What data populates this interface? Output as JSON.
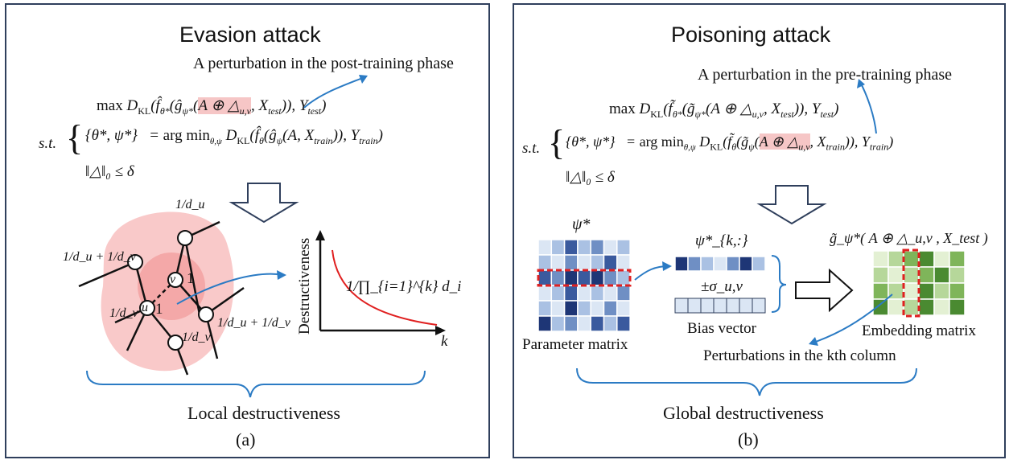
{
  "panel_a": {
    "title": "Evasion attack",
    "note": "A perturbation in the post-training phase",
    "objective": "max D_KL( f̂_θ*( ĝ_ψ*( A ⊕ △_u,v , X_test ) ), Y_test )",
    "st_label": "s.t.",
    "constraint_1": "{θ*, ψ*}  = arg min_θ,ψ  D_KL( f̂_θ( ĝ_ψ( A, X_train ) ), Y_train )",
    "constraint_2": "‖△‖₀ ≤ δ",
    "node_u": "u",
    "node_v": "v",
    "edge_label_1": "1",
    "edge_label_2": "1",
    "frac_du": "1/d_u",
    "frac_du_dv_left": "1/d_u + 1/d_v",
    "frac_dv_left": "1/d_v",
    "frac_dv_bottom": "1/d_v",
    "frac_du_dv_right": "1/d_u + 1/d_v",
    "curve_label": "1/∏_{i=1}^{k} d_i",
    "y_axis": "Destructiveness",
    "x_axis": "k",
    "caption": "Local destructiveness",
    "sub": "(a)"
  },
  "panel_b": {
    "title": "Poisoning attack",
    "note": "A perturbation in the pre-training phase",
    "objective": "max D_KL( f̃_θ*( g̃_ψ*( A ⊕ △_u,v , X_test ) ), Y_test )",
    "st_label": "s.t.",
    "constraint_1": "{θ*, ψ*}  = arg min_θ,ψ  D_KL( f̃_θ( g̃_ψ( A ⊕ △_u,v , X_train ) ), Y_train )",
    "constraint_2": "‖△‖₀ ≤ δ",
    "psi_star": "ψ*",
    "psi_row": "ψ*_{k,:}",
    "sigma": "±σ_u,v",
    "embed_formula": "g̃_ψ*( A ⊕ △_u,v , X_test )",
    "param_label": "Parameter matrix",
    "bias_label": "Bias vector",
    "embed_label": "Embedding matrix",
    "kth_note": "Perturbations in the kth column",
    "caption": "Global destructiveness",
    "sub": "(b)"
  },
  "colors": {
    "frame": "#2f3f5c",
    "highlight": "#f6c6c6",
    "arrow": "#2b7bc4",
    "red": "#e02020",
    "blob": "#f9c9c9",
    "blob_core": "#f29a9a",
    "blue_scale": [
      "#dbe6f4",
      "#aac1e3",
      "#6f8fc4",
      "#3a5a9e",
      "#1e3676"
    ],
    "green_scale": [
      "#e3f0d3",
      "#b6d79a",
      "#7fb55a",
      "#4a8a31"
    ]
  },
  "param_matrix": [
    [
      0,
      1,
      3,
      1,
      2,
      0,
      1
    ],
    [
      1,
      0,
      2,
      0,
      1,
      3,
      0
    ],
    [
      3,
      2,
      4,
      3,
      4,
      2,
      1
    ],
    [
      0,
      1,
      3,
      0,
      1,
      0,
      2
    ],
    [
      1,
      0,
      4,
      1,
      0,
      2,
      0
    ],
    [
      4,
      1,
      2,
      0,
      3,
      1,
      3
    ]
  ],
  "psi_row_values": [
    4,
    2,
    1,
    0,
    2,
    4,
    1
  ],
  "bias_values": [
    0,
    0,
    0,
    0,
    0,
    0,
    0
  ],
  "embed_matrix": [
    [
      0,
      1,
      2,
      3,
      0,
      2
    ],
    [
      1,
      0,
      1,
      2,
      3,
      1
    ],
    [
      2,
      1,
      0,
      3,
      1,
      2
    ],
    [
      3,
      0,
      1,
      3,
      0,
      3
    ]
  ]
}
